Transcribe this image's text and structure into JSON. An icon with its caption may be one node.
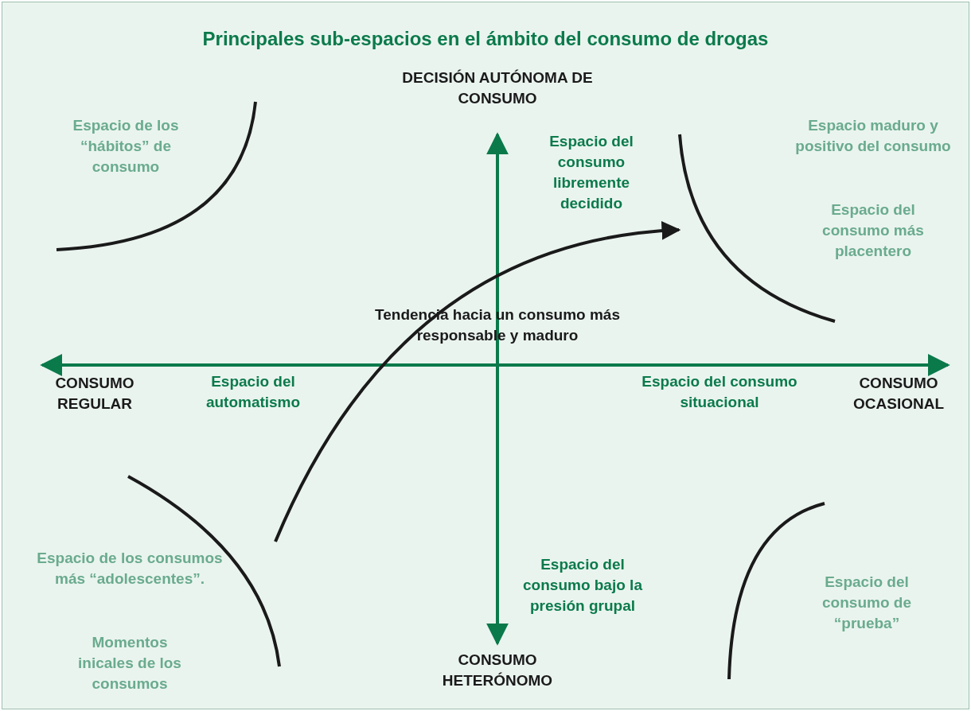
{
  "diagram": {
    "title": "Principales sub-espacios en el ámbito del consumo de drogas",
    "labels": [
      "DECISIÓN AUTÓNOMA DE CONSUMO",
      "Espacio de los “hábitos” de consumo",
      "Espacio del consumo libremente decidido",
      "Espacio maduro y positivo del consumo",
      "Espacio del consumo más placentero",
      "Tendencia hacia un consumo más responsable y maduro",
      "CONSUMO REGULAR",
      "Espacio del automatismo",
      "Espacio del consumo situacional",
      "CONSUMO OCASIONAL",
      "Espacio de los consumos más “adolescentes”.",
      "Momentos inicales de los consumos",
      "Espacio del consumo bajo la presión grupal",
      "CONSUMO HETERÓNOMO",
      "Espacio del consumo de “prueba”"
    ]
  }
}
